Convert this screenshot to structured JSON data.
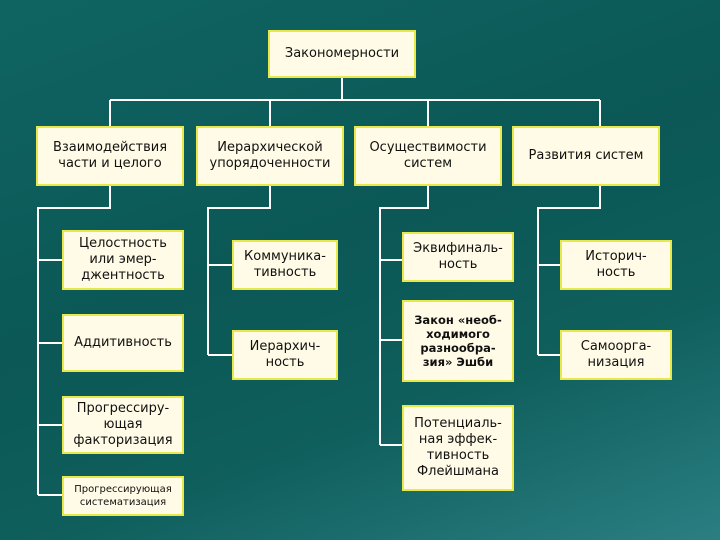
{
  "colors": {
    "line": "#ffffff",
    "box_fill": "#fffbe6",
    "box_border": "#e8e84a",
    "bg": "#0f6462"
  },
  "root": "Закономерности",
  "categories": [
    {
      "label": "Взаимодействия\nчасти и целого",
      "children": [
        "Целостность\nили эмер-\nджентность",
        "Аддитивность",
        "Прогрессиру-\nющая\nфакторизация",
        "Прогрессирующая\nсистематизация"
      ]
    },
    {
      "label": "Иерархической\nупорядоченности",
      "children": [
        "Коммуника-\nтивность",
        "Иерархич-\nность"
      ]
    },
    {
      "label": "Осуществимости\nсистем",
      "children": [
        "Эквифиналь-\nность",
        "Закон «необ-\nходимого\nразнообра-\nзия» Эшби",
        "Потенциаль-\nная эффек-\nтивность\nФлейшмана"
      ]
    },
    {
      "label": "Развития систем",
      "children": [
        "Историч-\nность",
        "Самоорга-\nнизация"
      ]
    }
  ]
}
